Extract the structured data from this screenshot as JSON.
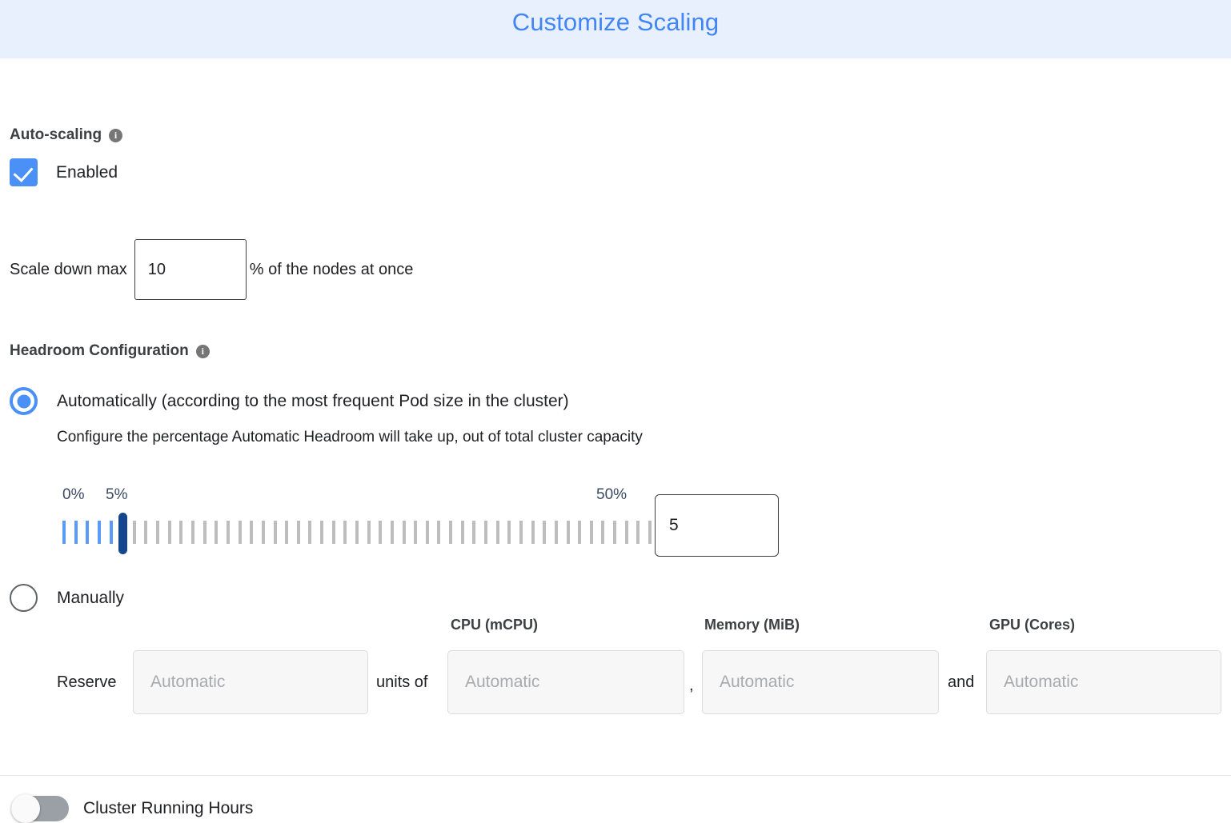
{
  "dialog": {
    "title": "Customize Scaling",
    "title_color": "#4285f4",
    "header_bg": "#e8f0fe"
  },
  "autoscaling": {
    "section_label": "Auto-scaling",
    "info_icon": "info-icon",
    "enabled_label": "Enabled",
    "enabled_checked": true,
    "scale_down": {
      "prefix_label": "Scale down max",
      "value": "10",
      "suffix_label": "% of the nodes at once"
    }
  },
  "headroom": {
    "section_label": "Headroom Configuration",
    "info_icon": "info-icon",
    "mode_automatic": {
      "label": "Automatically (according to the most frequent Pod size in the cluster)",
      "selected": true,
      "description": "Configure the percentage Automatic Headroom will take up, out of total cluster capacity"
    },
    "slider": {
      "min_label": "0%",
      "current_label": "5%",
      "max_label": "50%",
      "min": 0,
      "max": 50,
      "value": 5,
      "tick_count": 51,
      "filled_color": "#5b9bf8",
      "empty_color": "#bdbdbd",
      "thumb_color": "#14468f",
      "value_input": "5"
    },
    "mode_manual": {
      "label": "Manually",
      "selected": false,
      "reserve_label": "Reserve",
      "units_of_label": "units of",
      "comma_label": ",",
      "and_label": "and",
      "columns": [
        {
          "header": "CPU (mCPU)",
          "placeholder": "Automatic",
          "value": ""
        },
        {
          "header": "Memory (MiB)",
          "placeholder": "Automatic",
          "value": ""
        },
        {
          "header": "GPU (Cores)",
          "placeholder": "Automatic",
          "value": ""
        }
      ],
      "units_placeholder": "Automatic",
      "units_value": ""
    }
  },
  "cluster_running_hours": {
    "label": "Cluster Running Hours",
    "enabled": false
  }
}
